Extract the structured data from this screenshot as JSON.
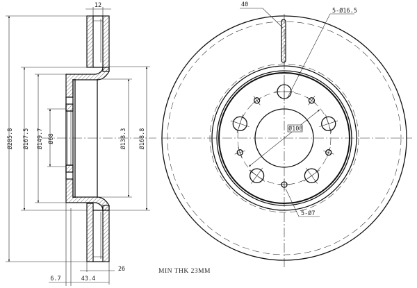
{
  "side_view": {
    "dims": {
      "overall_diameter": "Ø285.8",
      "hat_outer": "Ø167.5",
      "hat_inner": "Ø149.7",
      "center_bore": "Ø68",
      "inner_recess": "Ø138.3",
      "hat_flange": "Ø168.8",
      "vent_width": "12",
      "disc_thickness": "26",
      "hub_offset": "6.7",
      "total_height": "43.4"
    },
    "note": "MIN THK 23MM"
  },
  "front_view": {
    "labels": {
      "vane_count": "40",
      "bolt_holes": "5-Ø16.5",
      "small_holes": "5-Ø7",
      "pcd": "Ø108"
    },
    "bolt_hole_count": 5,
    "small_hole_count": 5
  }
}
